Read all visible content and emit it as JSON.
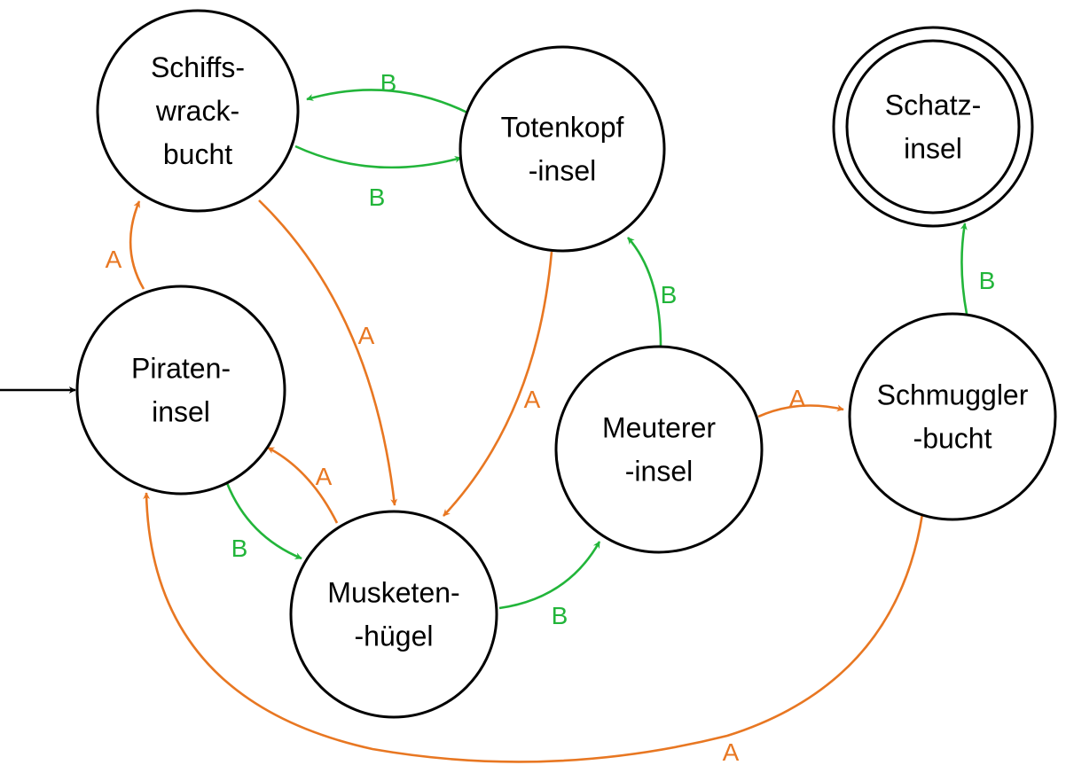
{
  "colors": {
    "A": "#E87722",
    "B": "#22B53A",
    "start": "#000000"
  },
  "nodes": [
    {
      "id": "schiffswrackbucht",
      "lines": [
        "Schiffs-",
        "wrack-",
        "bucht"
      ],
      "accepting": false,
      "start": false
    },
    {
      "id": "totenkopfinsel",
      "lines": [
        "Totenkopf",
        "-insel"
      ],
      "accepting": false,
      "start": false
    },
    {
      "id": "schatzinsel",
      "lines": [
        "Schatz-",
        "insel"
      ],
      "accepting": true,
      "start": false
    },
    {
      "id": "pirateninsel",
      "lines": [
        "Piraten-",
        "insel"
      ],
      "accepting": false,
      "start": true
    },
    {
      "id": "meutererinsel",
      "lines": [
        "Meuterer",
        "-insel"
      ],
      "accepting": false,
      "start": false
    },
    {
      "id": "schmugglerbucht",
      "lines": [
        "Schmuggler",
        "-bucht"
      ],
      "accepting": false,
      "start": false
    },
    {
      "id": "musketenhuegel",
      "lines": [
        "Musketen-",
        "-hügel"
      ],
      "accepting": false,
      "start": false
    }
  ],
  "edges": [
    {
      "id": "e1",
      "from": "totenkopfinsel",
      "to": "schiffswrackbucht",
      "label": "B"
    },
    {
      "id": "e2",
      "from": "schiffswrackbucht",
      "to": "totenkopfinsel",
      "label": "B"
    },
    {
      "id": "e3",
      "from": "pirateninsel",
      "to": "schiffswrackbucht",
      "label": "A"
    },
    {
      "id": "e4",
      "from": "schiffswrackbucht",
      "to": "musketenhuegel",
      "label": "A"
    },
    {
      "id": "e5",
      "from": "totenkopfinsel",
      "to": "musketenhuegel",
      "label": "A"
    },
    {
      "id": "e6",
      "from": "meutererinsel",
      "to": "totenkopfinsel",
      "label": "B"
    },
    {
      "id": "e7",
      "from": "schmugglerbucht",
      "to": "schatzinsel",
      "label": "B"
    },
    {
      "id": "e8",
      "from": "meutererinsel",
      "to": "schmugglerbucht",
      "label": "A"
    },
    {
      "id": "e9",
      "from": "musketenhuegel",
      "to": "pirateninsel",
      "label": "A"
    },
    {
      "id": "e10",
      "from": "pirateninsel",
      "to": "musketenhuegel",
      "label": "B"
    },
    {
      "id": "e11",
      "from": "musketenhuegel",
      "to": "meutererinsel",
      "label": "B"
    },
    {
      "id": "e12",
      "from": "schmugglerbucht",
      "to": "pirateninsel",
      "label": "A"
    }
  ]
}
